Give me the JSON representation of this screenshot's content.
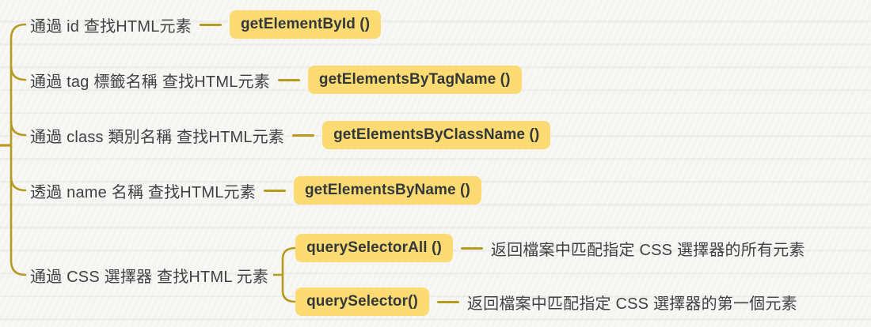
{
  "colors": {
    "branch_line": "#b59b1e",
    "node_background": "#fbdb72",
    "node_text": "#33383b",
    "label_text": "#414141",
    "canvas_background": "#f6f5f3"
  },
  "mindmap": {
    "branches": [
      {
        "label": "通過 id 查找HTML元素",
        "method": "getElementById ()"
      },
      {
        "label": "通過 tag 標籤名稱 查找HTML元素",
        "method": "getElementsByTagName ()"
      },
      {
        "label": "通過 class 類別名稱 查找HTML元素",
        "method": "getElementsByClassName ()"
      },
      {
        "label": "透過 name 名稱 查找HTML元素",
        "method": "getElementsByName ()"
      },
      {
        "label": "通過 CSS 選擇器 查找HTML 元素",
        "children": [
          {
            "method": "querySelectorAll ()",
            "description": "返回檔案中匹配指定 CSS 選擇器的所有元素"
          },
          {
            "method": "querySelector()",
            "description": "返回檔案中匹配指定 CSS 選擇器的第一個元素"
          }
        ]
      }
    ]
  }
}
